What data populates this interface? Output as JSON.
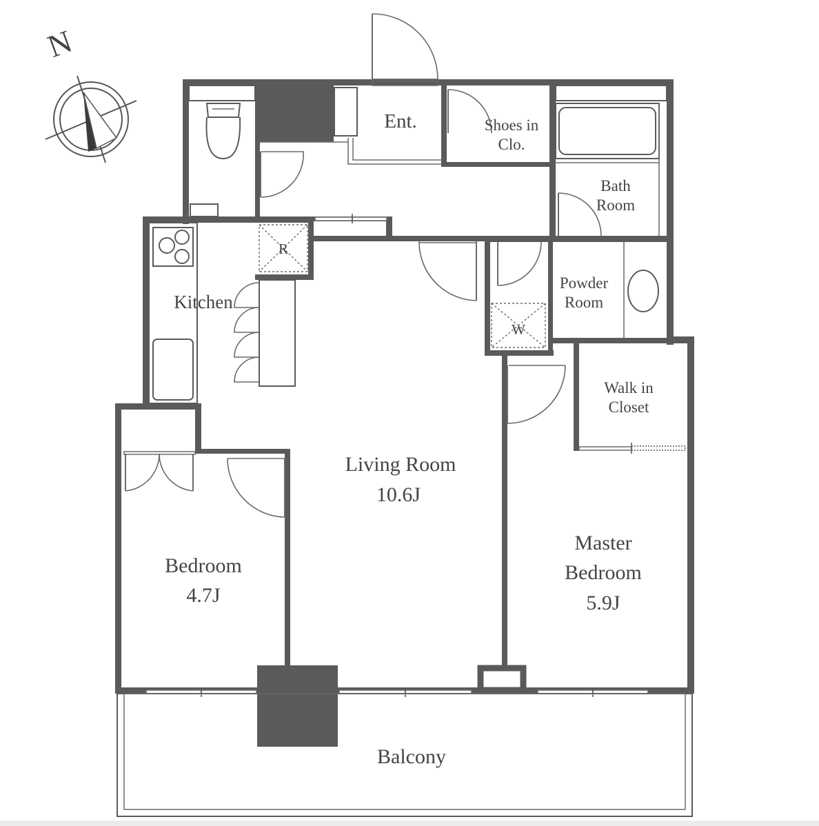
{
  "compass": {
    "north_label": "N"
  },
  "rooms": {
    "entrance": "Ent.",
    "shoes_closet": [
      "Shoes in",
      "Clo."
    ],
    "bath_room": [
      "Bath",
      "Room"
    ],
    "powder_room": [
      "Powder",
      "Room"
    ],
    "kitchen": "Kitchen",
    "refrigerator": "R",
    "washer": "W",
    "walk_in_closet": [
      "Walk in",
      "Closet"
    ],
    "living_room": {
      "name": "Living Room",
      "size": "10.6J"
    },
    "bedroom": {
      "name": "Bedroom",
      "size": "4.7J"
    },
    "master_bedroom": {
      "name": [
        "Master",
        "Bedroom"
      ],
      "size": "5.9J"
    },
    "balcony": "Balcony"
  },
  "colors": {
    "wall": "#5a5a5a",
    "line": "#6a6a6a",
    "text": "#444444"
  }
}
